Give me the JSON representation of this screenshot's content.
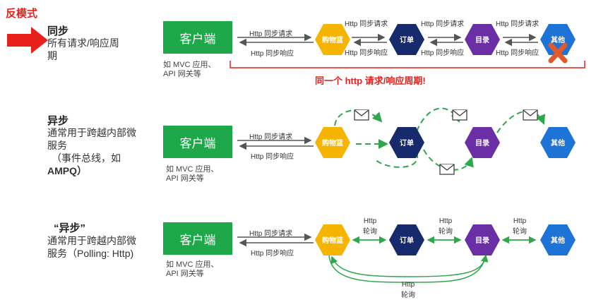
{
  "anti_pattern_label": "反模式",
  "sections": [
    {
      "title": "同步",
      "desc_lines": [
        "所有请求/响应周",
        "期"
      ],
      "client": "客户端",
      "client_sub": [
        "如 MVC 应用、",
        "API 网关等"
      ],
      "req": "Http 同步请求",
      "resp": "Http 同步响应",
      "nodes": [
        "购物篮",
        "订单",
        "目录",
        "其他"
      ],
      "links": [
        {
          "req": "Http 同步请求",
          "resp": "Http 同步响应"
        },
        {
          "req": "Http 同步请求",
          "resp": "Http 同步响应"
        },
        {
          "req": "Http 同步请求",
          "resp": "Http 同步响应"
        }
      ],
      "cycle_note": "同一个 http 请求/响应周期!"
    },
    {
      "title": "异步",
      "desc_lines": [
        "通常用于跨越内部微",
        "服务",
        "（事件总线，如",
        "AMPQ）"
      ],
      "client": "客户端",
      "client_sub": [
        "如 MVC 应用、",
        "API 网关等"
      ],
      "req": "Http 同步请求",
      "resp": "Http 同步响应",
      "nodes": [
        "购物篮",
        "订单",
        "目录",
        "其他"
      ]
    },
    {
      "title": "“异步”",
      "desc_lines": [
        "通常用于跨越内部微",
        "服务（Polling: Http)"
      ],
      "client": "客户端",
      "client_sub": [
        "如 MVC 应用、",
        "API 网关等"
      ],
      "req": "Http 同步请求",
      "resp": "Http 同步响应",
      "nodes": [
        "购物篮",
        "订单",
        "目录",
        "其他"
      ],
      "poll_labels": [
        "Http",
        "轮询"
      ],
      "bottom_poll": [
        "Http",
        "轮询"
      ]
    }
  ],
  "colors": {
    "basket": "#f5b400",
    "order": "#172a6b",
    "catalog": "#6b2fa5",
    "other": "#1e74d6",
    "client": "#1ea84a",
    "anti": "#e8201b",
    "event": "#2ea84a"
  }
}
